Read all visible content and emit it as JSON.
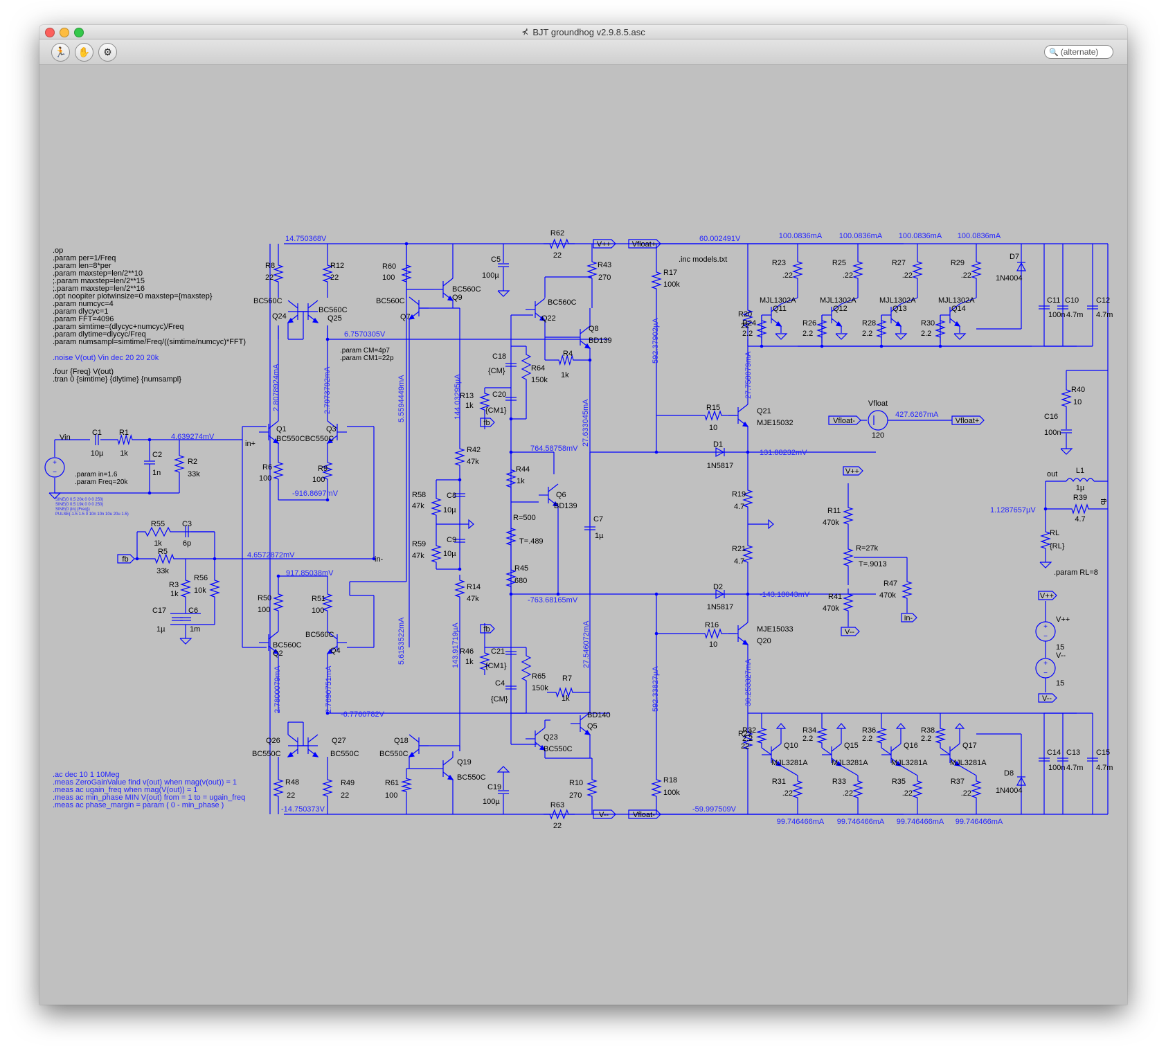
{
  "window": {
    "title": "BJT groundhog v2.9.8.5.asc",
    "title_icon": "transistor-icon"
  },
  "toolbar": {
    "buttons": [
      {
        "name": "run-button",
        "icon": "running-man-icon",
        "glyph": "🏃"
      },
      {
        "name": "halt-button",
        "icon": "hand-icon",
        "glyph": "✋"
      },
      {
        "name": "probe-button",
        "icon": "probe-icon",
        "glyph": "⚙"
      }
    ],
    "search_placeholder": "(alternate)"
  },
  "colors": {
    "wire": "#0000ff",
    "annotation": "#2222ff",
    "background": "#c0c0c0"
  },
  "directives": {
    "left_block": [
      ".op",
      ".param per=1/Freq",
      ".param len=8*per",
      ".param maxstep=len/2**10",
      ";.param maxstep=len/2**15",
      ";.param maxstep=len/2**16",
      ".opt noopiter plotwinsize=0 maxstep={maxstep}",
      ".param numcyc=4",
      ".param dlycyc=1",
      ".param FFT=4096",
      ".param simtime=(dlycyc+numcyc)/Freq",
      ".param dlytime=dlycyc/Freq",
      ".param numsampl=simtime/Freq/((simtime/numcyc)*FFT)"
    ],
    "noise": ".noise V(out) Vin dec 20 20 20k",
    "four_tran": [
      ".four {Freq} V(out)",
      ".tran 0 {simtime} {dlytime} {numsampl}"
    ],
    "params_cm": [
      ".param CM=4p7",
      ".param CM1=22p"
    ],
    "params_in": [
      ".param in=1.6",
      ".param Freq=20k"
    ],
    "sine_lines": [
      "SINE(0 0.5 20k 0 0 0 250)",
      "SINE(0 0.5 19k 0 0 0 250)",
      "SINE(0 {in} {Freq})",
      "PULSE(-1.5 1.5 0 10n 10n 10u 20u 1.5)"
    ],
    "ac_block": [
      ".ac dec 10 1 10Meg",
      ".meas ZeroGainValue find v(out) when mag(v(out)) = 1",
      ".meas ac ugain_freq when mag(V(out)) = 1",
      ".meas ac min_phase MIN V(out) from = 1 to = ugain_freq",
      ".meas ac phase_margin = param ( 0 - min_phase )"
    ],
    "inc": ".inc models.txt",
    "param_rl": ".param RL=8"
  },
  "labels": {
    "v_top_left": "14.750368V",
    "v_bot_left": "-14.750373V",
    "v_mid_pos": "6.7570305V",
    "v_mid_neg": "-6.7760782V",
    "v_float_top": "60.002491V",
    "v_float_bot": "-59.997509V",
    "v_in_node": "4.639274mV",
    "v_fb_node": "4.6572872mV",
    "v_q1_em": "-916.8697mV",
    "v_q2_em": "917.85038mV",
    "v_bias_top": "764.58758mV",
    "v_bias_bot": "-763.68165mV",
    "v_d1": "131.88232mV",
    "v_d2": "-143.18043mV",
    "v_out": "1.1287657µV",
    "i_q24": "2.8078924mA",
    "i_q25": "2.7973792mA",
    "i_q7": "5.5594449mA",
    "i_r42": "144.03295µA",
    "i_q8": "27.633045mA",
    "i_q26": "2.7800079mA",
    "i_q27": "2.7690751mA",
    "i_q18": "5.6153522mA",
    "i_r14": "143.91719µA",
    "i_q5": "27.546072mA",
    "i_r17": "592.37902µA",
    "i_r18": "592.33827µA",
    "i_q21": "27.758079mA",
    "i_q20": "30.253327mA",
    "i_vfloat": "427.6267mA",
    "i_top": [
      "100.0836mA",
      "100.0836mA",
      "100.0836mA",
      "100.0836mA"
    ],
    "i_bot": [
      "99.746466mA",
      "99.746466mA",
      "99.746466mA",
      "99.746466mA"
    ]
  },
  "ports": {
    "vpp": "V++",
    "vmm": "V--",
    "vfloat_p": "Vfloat+",
    "vfloat_m": "Vfloat-",
    "fb": "fb",
    "in_p": "in+",
    "in_m": "in-",
    "out": "out"
  },
  "components": [
    [
      "R8",
      "22"
    ],
    [
      "R12",
      "22"
    ],
    [
      "R60",
      "100"
    ],
    [
      "R62",
      "22"
    ],
    [
      "R43",
      "270"
    ],
    [
      "R64",
      "150k"
    ],
    [
      "R4",
      "1k"
    ],
    [
      "R13",
      "1k"
    ],
    [
      "R42",
      "47k"
    ],
    [
      "R44",
      "1k"
    ],
    [
      "R45",
      "680"
    ],
    [
      "R14",
      "47k"
    ],
    [
      "R58",
      "47k"
    ],
    [
      "R59",
      "47k"
    ],
    [
      "R46",
      "1k"
    ],
    [
      "R65",
      "150k"
    ],
    [
      "R7",
      "1k"
    ],
    [
      "R10",
      "270"
    ],
    [
      "R63",
      "22"
    ],
    [
      "R6",
      "100"
    ],
    [
      "R9",
      "100"
    ],
    [
      "R50",
      "100"
    ],
    [
      "R51",
      "100"
    ],
    [
      "R48",
      "22"
    ],
    [
      "R49",
      "22"
    ],
    [
      "R61",
      "100"
    ],
    [
      "R1",
      "1k"
    ],
    [
      "R2",
      "33k"
    ],
    [
      "R55",
      "1k"
    ],
    [
      "R5",
      "33k"
    ],
    [
      "R3",
      "1k"
    ],
    [
      "R56",
      "10k"
    ],
    [
      "R17",
      "100k"
    ],
    [
      "R18",
      "100k"
    ],
    [
      "R15",
      "10"
    ],
    [
      "R16",
      "10"
    ],
    [
      "R20",
      "22"
    ],
    [
      "R19",
      "4.7"
    ],
    [
      "R21",
      "4.7"
    ],
    [
      "R22",
      "22"
    ],
    [
      "R11",
      "470k"
    ],
    [
      "R41",
      "470k"
    ],
    [
      "R47",
      "470k"
    ],
    [
      "R40",
      "10"
    ],
    [
      "R39",
      "4.7"
    ],
    [
      "RL",
      "{RL}"
    ],
    [
      "R23",
      ".22"
    ],
    [
      "R25",
      ".22"
    ],
    [
      "R27",
      ".22"
    ],
    [
      "R29",
      ".22"
    ],
    [
      "R24",
      "2.2"
    ],
    [
      "R26",
      "2.2"
    ],
    [
      "R28",
      "2.2"
    ],
    [
      "R30",
      "2.2"
    ],
    [
      "R31",
      ".22"
    ],
    [
      "R33",
      ".22"
    ],
    [
      "R35",
      ".22"
    ],
    [
      "R37",
      ".22"
    ],
    [
      "R32",
      "2.2"
    ],
    [
      "R34",
      "2.2"
    ],
    [
      "R36",
      "2.2"
    ],
    [
      "R38",
      "2.2"
    ],
    [
      "C1",
      "10µ"
    ],
    [
      "C2",
      "1n"
    ],
    [
      "C3",
      "6p"
    ],
    [
      "C17",
      "1µ"
    ],
    [
      "C6",
      "1m"
    ],
    [
      "C5",
      "100µ"
    ],
    [
      "C19",
      "100µ"
    ],
    [
      "C18",
      "{CM}"
    ],
    [
      "C20",
      "{CM1}"
    ],
    [
      "C21",
      "{CM1}"
    ],
    [
      "C4",
      "{CM}"
    ],
    [
      "C8",
      "10µ"
    ],
    [
      "C9",
      "10µ"
    ],
    [
      "C7",
      "1µ"
    ],
    [
      "C11",
      "100n"
    ],
    [
      "C10",
      "4.7m"
    ],
    [
      "C12",
      "4.7m"
    ],
    [
      "C14",
      "100n"
    ],
    [
      "C13",
      "4.7m"
    ],
    [
      "C15",
      "4.7m"
    ],
    [
      "C16",
      "100n"
    ],
    [
      "L1",
      "1µ"
    ]
  ],
  "transistors": [
    [
      "Q24",
      "BC560C"
    ],
    [
      "Q25",
      "BC560C"
    ],
    [
      "Q7",
      "BC560C"
    ],
    [
      "Q9",
      "BC560C"
    ],
    [
      "Q22",
      "BC560C"
    ],
    [
      "Q8",
      "BD139"
    ],
    [
      "Q1",
      "BC550C"
    ],
    [
      "Q3",
      "BC550C"
    ],
    [
      "Q6",
      "BD139"
    ],
    [
      "Q2",
      "BC560C"
    ],
    [
      "Q4",
      "BC560C"
    ],
    [
      "Q26",
      "BC550C"
    ],
    [
      "Q27",
      "BC550C"
    ],
    [
      "Q18",
      "BC550C"
    ],
    [
      "Q19",
      "BC550C"
    ],
    [
      "Q23",
      "BC550C"
    ],
    [
      "Q5",
      "BD140"
    ],
    [
      "Q21",
      "MJE15032"
    ],
    [
      "Q20",
      "MJE15033"
    ],
    [
      "Q11",
      "MJL1302A"
    ],
    [
      "Q12",
      "MJL1302A"
    ],
    [
      "Q13",
      "MJL1302A"
    ],
    [
      "Q14",
      "MJL1302A"
    ],
    [
      "Q10",
      "MJL3281A"
    ],
    [
      "Q15",
      "MJL3281A"
    ],
    [
      "Q16",
      "MJL3281A"
    ],
    [
      "Q17",
      "MJL3281A"
    ]
  ],
  "diodes": [
    [
      "D1",
      "1N5817"
    ],
    [
      "D2",
      "1N5817"
    ],
    [
      "D7",
      "1N4004"
    ],
    [
      "D8",
      "1N4004"
    ]
  ],
  "sources": {
    "vin": "Vin",
    "vfloat": "Vfloat",
    "vfloat_val": "120",
    "vpp": "V++",
    "vpp_val": "15",
    "vmm": "V--",
    "vmm_val": "15"
  },
  "pots": {
    "upper": [
      "R=500",
      "T=.489"
    ],
    "lower": [
      "R=27k",
      "T=.9013"
    ]
  }
}
